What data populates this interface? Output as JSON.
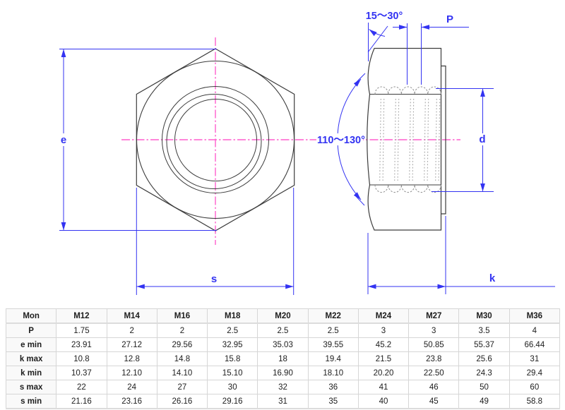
{
  "drawing": {
    "labels": {
      "e": "e",
      "s": "s",
      "k": "k",
      "d": "d",
      "p": "P",
      "chamfer_angle": "15～30°",
      "countersink_angle": "110～130°"
    },
    "colors": {
      "dimension_blue": "#3333f2",
      "centerline_pink": "#ff5fce",
      "outline_gray": "#3c3c3c"
    }
  },
  "table": {
    "header": [
      "Mon",
      "M12",
      "M14",
      "M16",
      "M18",
      "M20",
      "M22",
      "M24",
      "M27",
      "M30",
      "M36"
    ],
    "rows": [
      {
        "label": "P",
        "values": [
          "1.75",
          "2",
          "2",
          "2.5",
          "2.5",
          "2.5",
          "3",
          "3",
          "3.5",
          "4"
        ]
      },
      {
        "label": "e min",
        "values": [
          "23.91",
          "27.12",
          "29.56",
          "32.95",
          "35.03",
          "39.55",
          "45.2",
          "50.85",
          "55.37",
          "66.44"
        ]
      },
      {
        "label": "k max",
        "values": [
          "10.8",
          "12.8",
          "14.8",
          "15.8",
          "18",
          "19.4",
          "21.5",
          "23.8",
          "25.6",
          "31"
        ]
      },
      {
        "label": "k min",
        "values": [
          "10.37",
          "12.10",
          "14.10",
          "15.10",
          "16.90",
          "18.10",
          "20.20",
          "22.50",
          "24.3",
          "29.4"
        ]
      },
      {
        "label": "s max",
        "values": [
          "22",
          "24",
          "27",
          "30",
          "32",
          "36",
          "41",
          "46",
          "50",
          "60"
        ]
      },
      {
        "label": "s min",
        "values": [
          "21.16",
          "23.16",
          "26.16",
          "29.16",
          "31",
          "35",
          "40",
          "45",
          "49",
          "58.8"
        ]
      }
    ]
  }
}
